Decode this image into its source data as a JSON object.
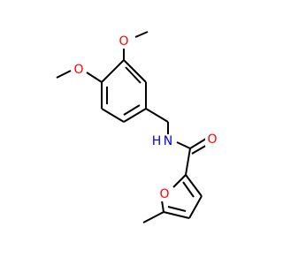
{
  "molecule": {
    "atom_labels": {
      "o_methoxy_top": "O",
      "o_methoxy_left": "O",
      "nitrogen_amide": "N",
      "hydrogen_amide": "H",
      "o_carbonyl": "O",
      "o_furan": "O"
    },
    "colors": {
      "bond": "#000000",
      "oxygen": "#ff0000",
      "nitrogen": "#0000ff"
    }
  }
}
